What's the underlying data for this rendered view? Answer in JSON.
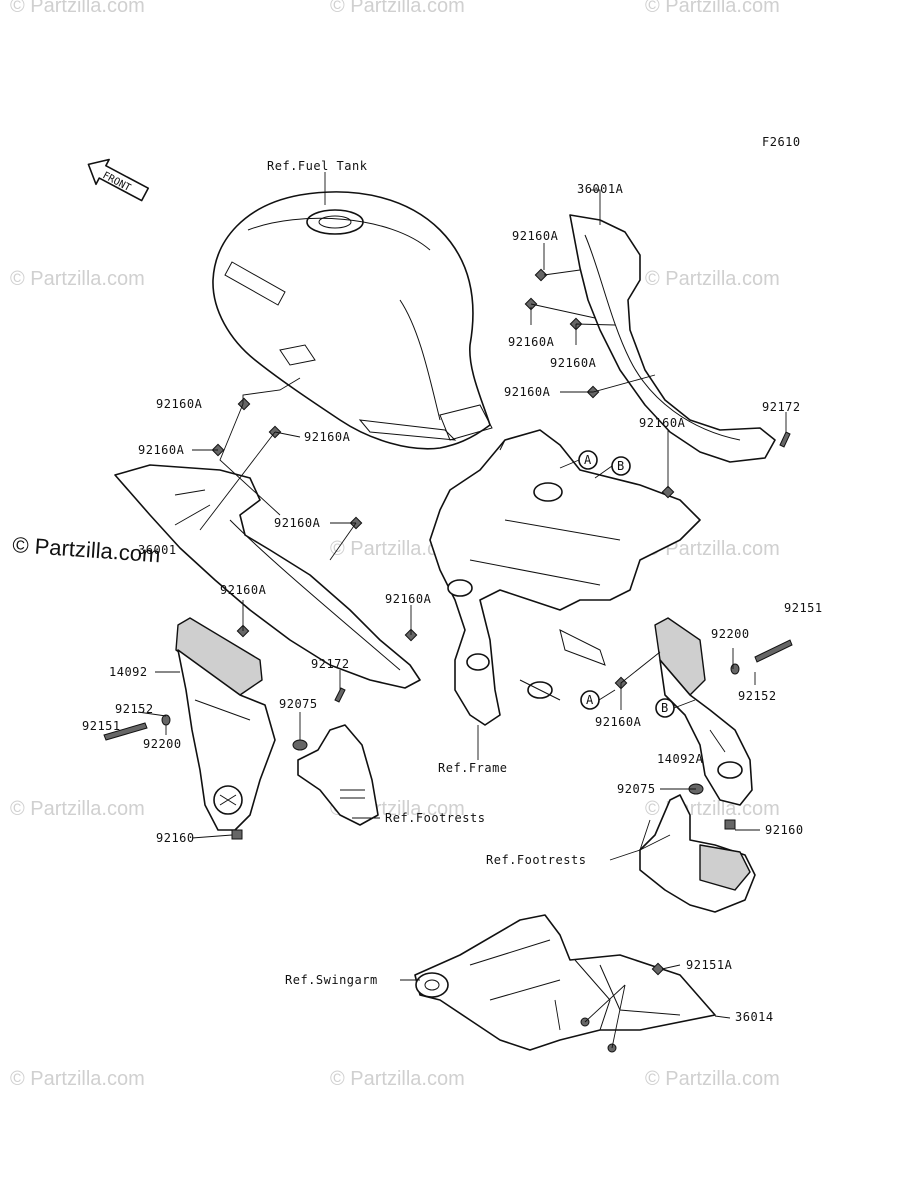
{
  "figure_code": "F2610",
  "front_arrow": "FRONT",
  "watermarks": [
    "© Partzilla.com"
  ],
  "callouts": {
    "ref_fuel_tank": "Ref.Fuel Tank",
    "ref_frame": "Ref.Frame",
    "ref_footrests": "Ref.Footrests",
    "ref_swingarm": "Ref.Swingarm",
    "p36001A": "36001A",
    "p36001": "36001",
    "p36014": "36014",
    "p14092": "14092",
    "p14092A": "14092A",
    "p92160A": "92160A",
    "p92160": "92160",
    "p92172": "92172",
    "p92151": "92151",
    "p92151A": "92151A",
    "p92152": "92152",
    "p92200": "92200",
    "p92075": "92075",
    "marker_a": "A",
    "marker_b": "B"
  }
}
